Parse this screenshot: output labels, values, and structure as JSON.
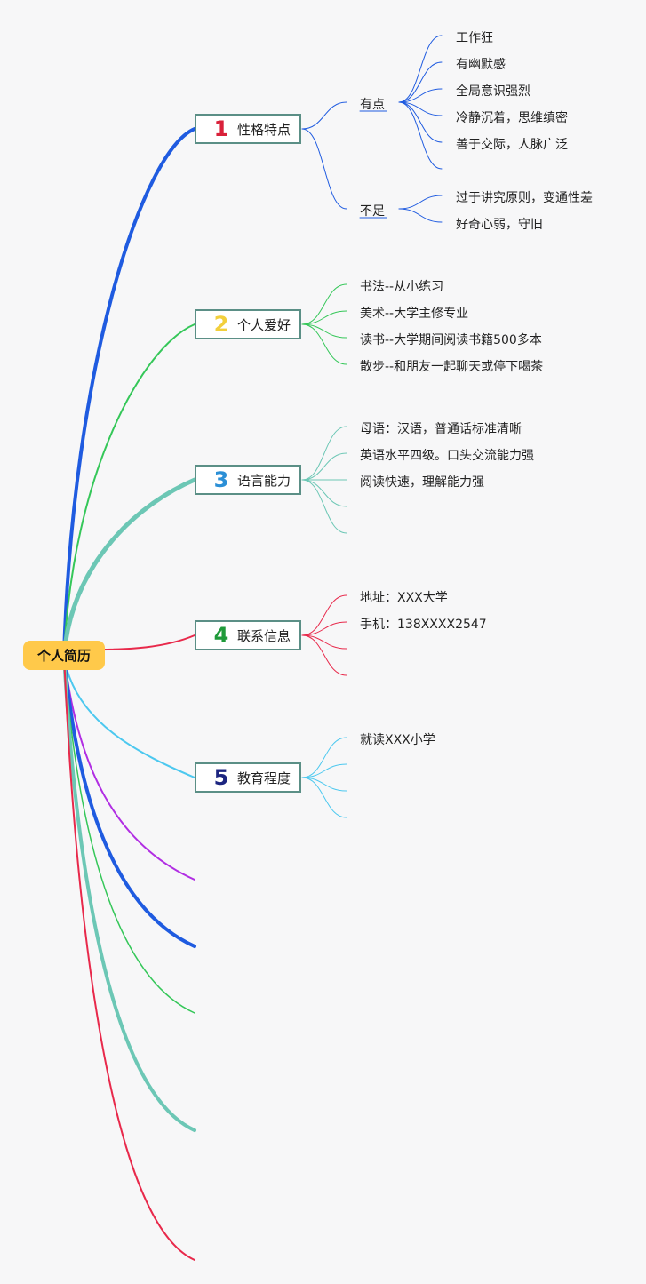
{
  "root": {
    "label": "个人简历",
    "color": "#ffc94a"
  },
  "topics": [
    {
      "number": "1",
      "number_color": "#d9213a",
      "label": "性格特点",
      "branch_color": "#1f5be0",
      "groups": [
        {
          "label": "有点",
          "items": [
            "工作狂",
            "有幽默感",
            "全局意识强烈",
            "冷静沉着，思维缜密",
            "善于交际，人脉广泛",
            ""
          ]
        },
        {
          "label": "不足",
          "items": [
            "过于讲究原则，变通性差",
            "好奇心弱，守旧"
          ]
        }
      ]
    },
    {
      "number": "2",
      "number_color": "#f2cf3c",
      "label": "个人爱好",
      "branch_color": "#35c759",
      "items": [
        "书法--从小练习",
        "美术--大学主修专业",
        "读书--大学期间阅读书籍500多本",
        "散步--和朋友一起聊天或停下喝茶"
      ]
    },
    {
      "number": "3",
      "number_color": "#2b8fd6",
      "label": "语言能力",
      "branch_color": "#6cc7b5",
      "items": [
        "母语：汉语，普通话标准清晰",
        "英语水平四级。口头交流能力强",
        "阅读快速，理解能力强",
        "",
        ""
      ]
    },
    {
      "number": "4",
      "number_color": "#1f9a3a",
      "label": "联系信息",
      "branch_color": "#e8294b",
      "items": [
        "地址：XXX大学",
        "手机：138XXXX2547",
        "",
        ""
      ]
    },
    {
      "number": "5",
      "number_color": "#1c2580",
      "label": "教育程度",
      "branch_color": "#4cc8ef",
      "items": [
        "就读XXX小学",
        "",
        "",
        ""
      ]
    }
  ],
  "empty_branch_colors": [
    "#b12ee3",
    "#1f5be0",
    "#35c759",
    "#6cc7b5",
    "#e8294b"
  ],
  "topic_border_color": "#5b8f86"
}
